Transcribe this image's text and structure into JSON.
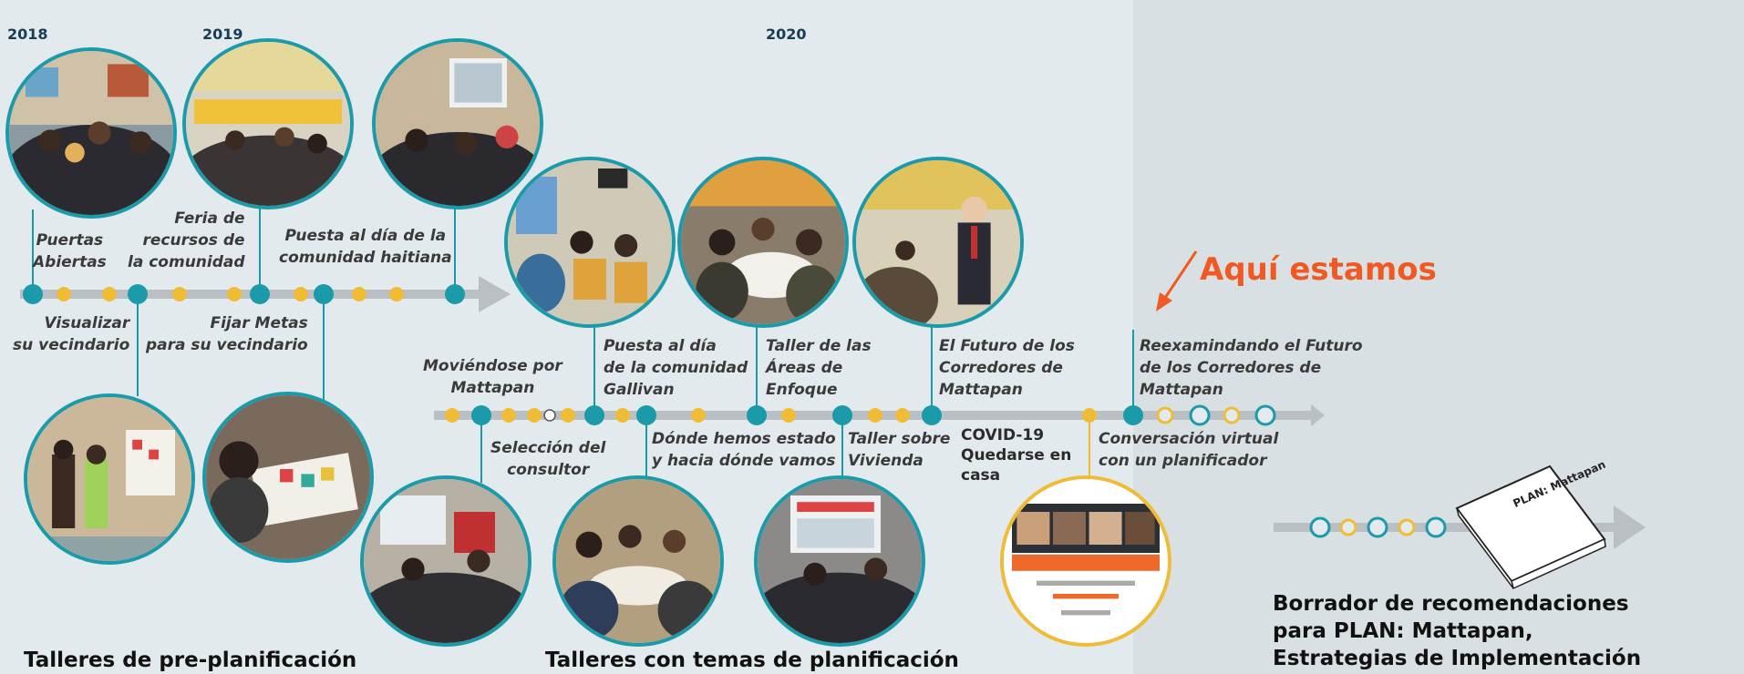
{
  "years": {
    "y2018": "2018",
    "y2019": "2019",
    "y2020": "2020"
  },
  "events": {
    "puertas": "Puertas\nAbiertas",
    "visualizar": "Visualizar\nsu vecindario",
    "feria": "Feria de\nrecursos de\nla comunidad",
    "fijar": "Fijar Metas\npara su vecindario",
    "haitiana": "Puesta al día de la\ncomunidad haitiana",
    "moviendose": "Moviéndose por\nMattapan",
    "seleccion": "Selección del\nconsultor",
    "gallivan": "Puesta al día\nde la comunidad\nGallivan",
    "donde": "Dónde hemos estado\ny hacia dónde vamos",
    "areas": "Taller de las\nÁreas de\nEnfoque",
    "vivienda": "Taller sobre\nVivienda",
    "futuro": "El Futuro de los\nCorredores de\nMattapan",
    "covid": "COVID-19\nQuedarse en\ncasa",
    "conversacion": "Conversación virtual\ncon un planificador",
    "reexaminando": "Reexamindando el Futuro\nde los Corredores de\nMattapan"
  },
  "here_label": "Aquí estamos",
  "headings": {
    "pre": "Talleres de pre-planificación",
    "temas": "Talleres con temas de planificación",
    "borrador": "Borrador de recomendaciones\npara PLAN: Mattapan,\nEstrategias de Implementación"
  },
  "book_label": "PLAN: Mattapan",
  "colors": {
    "teal": "#1b9aaa",
    "gold": "#f0bc35",
    "gray_line": "#b9bfc3",
    "orange": "#f05a22",
    "background": "#e3eaed"
  }
}
